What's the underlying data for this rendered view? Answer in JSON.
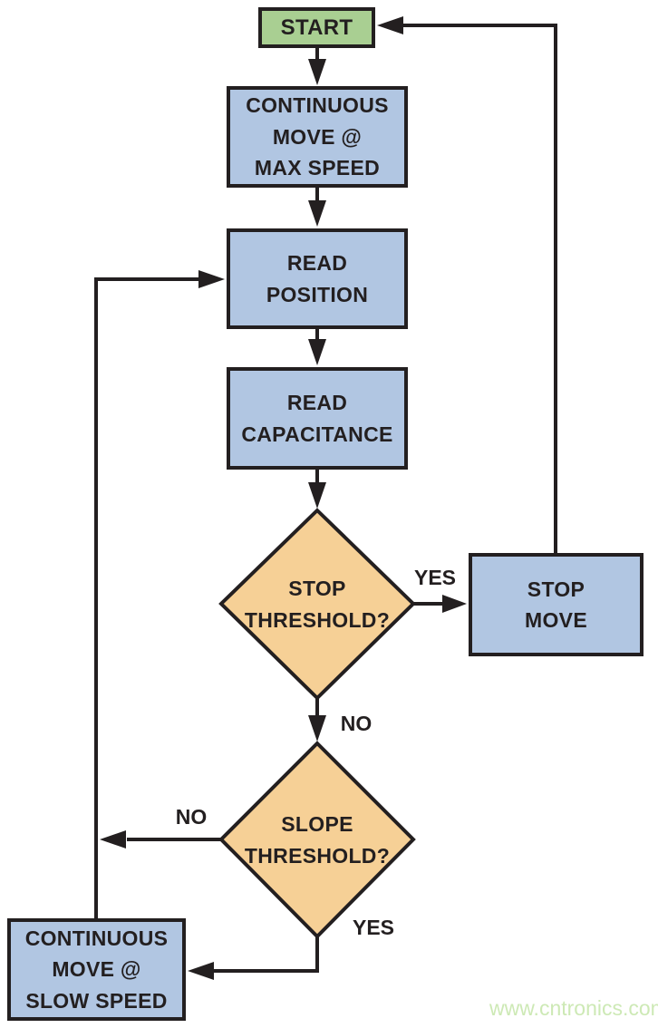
{
  "colors": {
    "ink": "#231f20",
    "green": "#a9cf92",
    "blue": "#b1c6e2",
    "orange": "#f6d096",
    "wm": "#cde9b5"
  },
  "nodes": {
    "start": {
      "label": "START"
    },
    "continuous_move_max": {
      "lines": [
        "CONTINUOUS",
        "MOVE @",
        "MAX SPEED"
      ]
    },
    "read_position": {
      "lines": [
        "READ",
        "POSITION"
      ]
    },
    "read_capacitance": {
      "lines": [
        "READ",
        "CAPACITANCE"
      ]
    },
    "stop_threshold": {
      "lines": [
        "STOP",
        "THRESHOLD?"
      ]
    },
    "stop_move": {
      "lines": [
        "STOP",
        "MOVE"
      ]
    },
    "slope_threshold": {
      "lines": [
        "SLOPE",
        "THRESHOLD?"
      ]
    },
    "continuous_move_slow": {
      "lines": [
        "CONTINUOUS",
        "MOVE @",
        "SLOW SPEED"
      ]
    }
  },
  "edge_labels": {
    "stop_yes": "YES",
    "stop_no": "NO",
    "slope_no": "NO",
    "slope_yes": "YES"
  },
  "watermark": "www.cntronics.com"
}
